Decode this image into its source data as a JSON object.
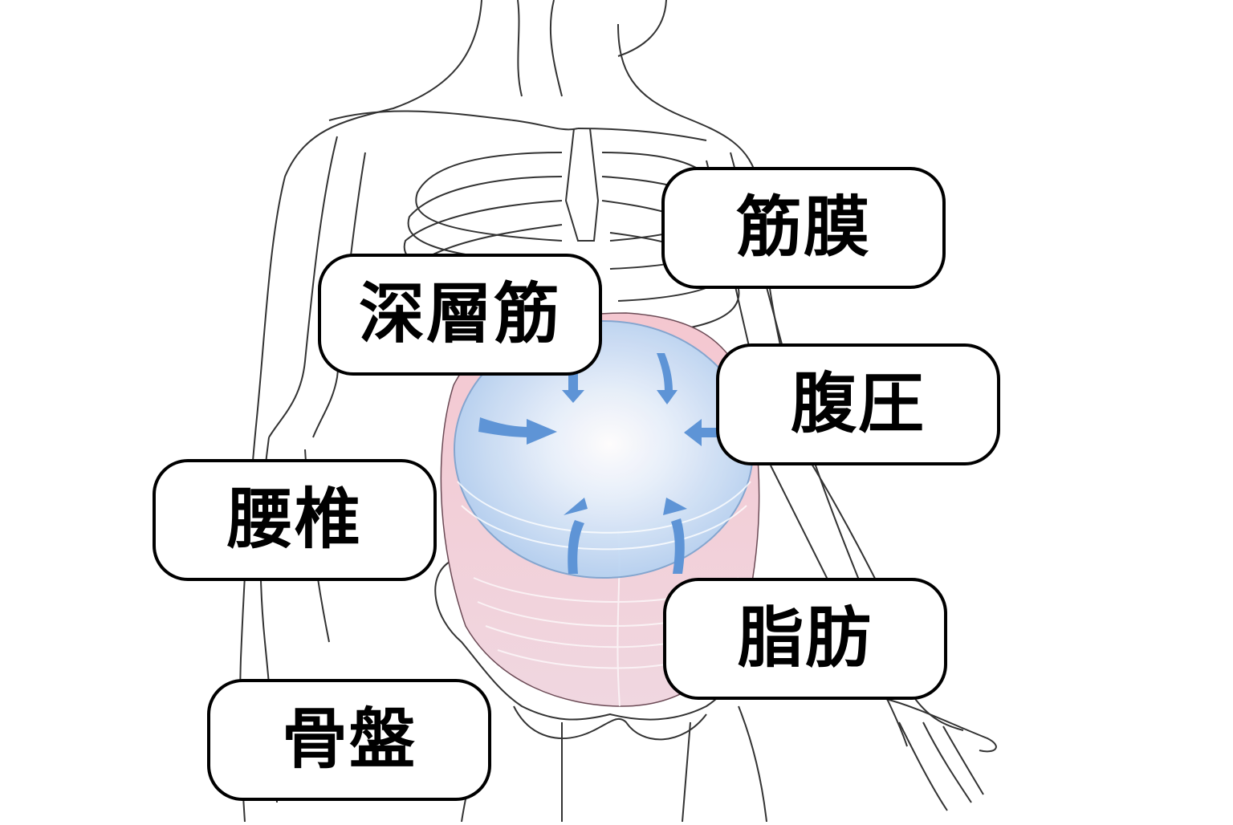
{
  "diagram": {
    "subject": "Intra-abdominal pressure illustration on human torso skeleton",
    "colors": {
      "background": "#ffffff",
      "outline": "#2a2a2a",
      "muscle_pink": "#f2bcc6",
      "pressure_sphere": "#b9d5f3",
      "pressure_center": "#ffffff",
      "arrow": "#5e94d6",
      "label_border": "#000000",
      "label_text": "#000000"
    },
    "labels": [
      {
        "id": "fascia",
        "text": "筋膜"
      },
      {
        "id": "deep-muscle",
        "text": "深層筋"
      },
      {
        "id": "abdominal-pressure",
        "text": "腹圧"
      },
      {
        "id": "lumbar-spine",
        "text": "腰椎"
      },
      {
        "id": "fat",
        "text": "脂肪"
      },
      {
        "id": "pelvis",
        "text": "骨盤"
      }
    ],
    "arrows": {
      "count": 6,
      "direction": "inward toward center of abdominal cavity"
    }
  }
}
